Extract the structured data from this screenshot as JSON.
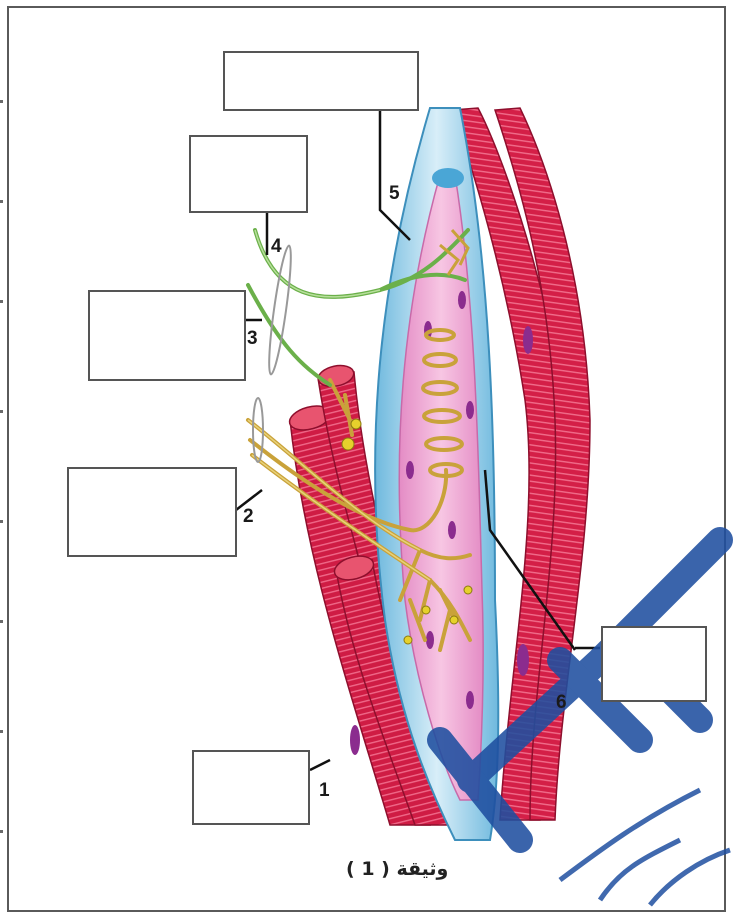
{
  "figure": {
    "caption": "وثيقة ( 1 )",
    "labels": [
      "1",
      "2",
      "3",
      "4",
      "5",
      "6"
    ],
    "answer_boxes": [
      "",
      "",
      "",
      "",
      "",
      ""
    ]
  },
  "colors": {
    "muscle_fiber": "#d41f47",
    "muscle_fiber_stripe": "#f06c8a",
    "spindle_capsule": "#a9d6ec",
    "spindle_inner": "#f2a9d2",
    "motor_nerve": "#6bb04a",
    "sensory_nerve": "#c9a23a",
    "nucleus": "#8b2c8e"
  }
}
